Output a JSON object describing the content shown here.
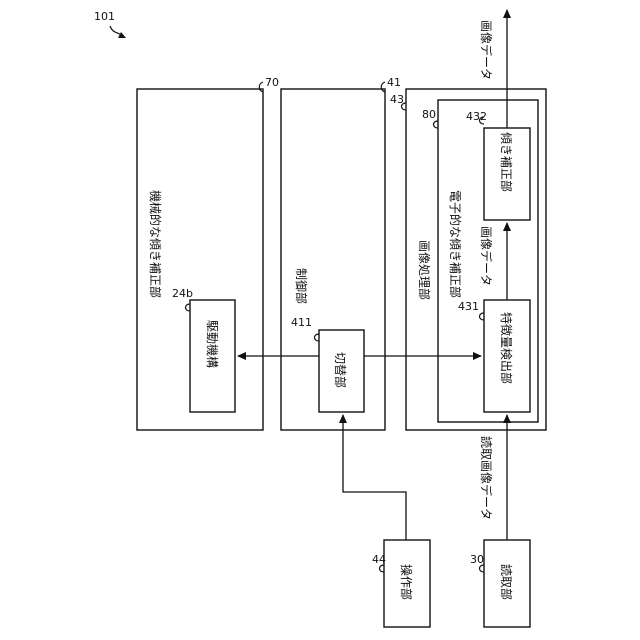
{
  "figure_ref": "101",
  "blocks": {
    "mech": {
      "ref": "70",
      "title": "機械的な傾き補正部"
    },
    "drive": {
      "ref": "24b",
      "label": "駆動機構"
    },
    "control": {
      "ref": "41",
      "title": "制御部"
    },
    "switch": {
      "ref": "411",
      "label": "切替部"
    },
    "imgproc": {
      "ref": "43",
      "title": "画像処理部"
    },
    "elec": {
      "ref": "80",
      "title": "電子的な傾き補正部"
    },
    "feature": {
      "ref": "431",
      "label": "特徴量検出部"
    },
    "tiltcorr": {
      "ref": "432",
      "label": "傾き補正部"
    },
    "operation": {
      "ref": "44",
      "label": "操作部"
    },
    "reader": {
      "ref": "30",
      "label": "読取部"
    }
  },
  "signals": {
    "image_data_out": "画像データ",
    "image_data_mid": "画像データ",
    "read_image_data": "読取画像データ"
  }
}
